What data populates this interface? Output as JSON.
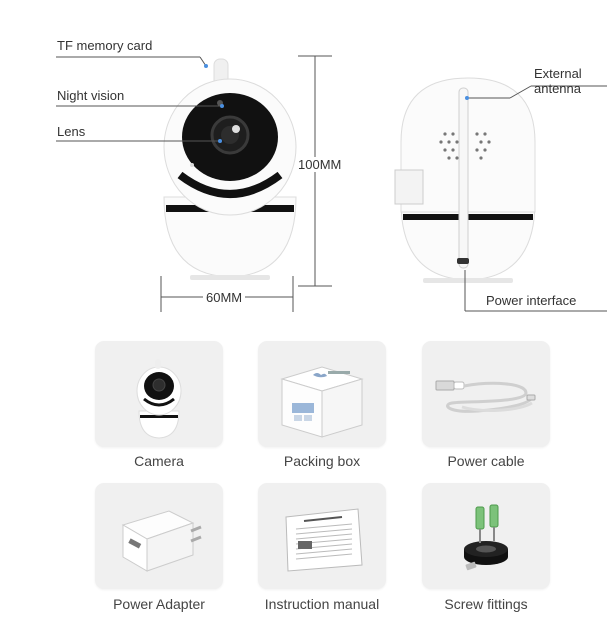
{
  "diagram": {
    "callouts": {
      "tf_card": "TF memory card",
      "night_vision": "Night vision",
      "lens": "Lens",
      "external_antenna_1": "External",
      "external_antenna_2": "antenna",
      "power_interface": "Power interface"
    },
    "dimensions": {
      "height": "100MM",
      "width": "60MM"
    }
  },
  "package_items": [
    {
      "label": "Camera",
      "icon": "camera-icon"
    },
    {
      "label": "Packing box",
      "icon": "box-icon"
    },
    {
      "label": "Power cable",
      "icon": "cable-icon"
    },
    {
      "label": "Power Adapter",
      "icon": "adapter-icon"
    },
    {
      "label": "Instruction manual",
      "icon": "manual-icon"
    },
    {
      "label": "Screw fittings",
      "icon": "screw-icon"
    }
  ],
  "colors": {
    "line": "#555555",
    "card_bg": "#f0f0f0",
    "camera_body": "#fafafa",
    "lens_black": "#111111",
    "screw_green": "#7cc27a"
  }
}
